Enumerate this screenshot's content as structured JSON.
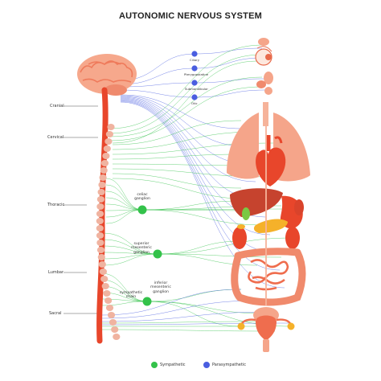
{
  "title": "AUTONOMIC NERVOUS SYSTEM",
  "levels": {
    "cranial": "Cranial",
    "cervical": "Cervical",
    "thoracic": "Thoracic",
    "lumbar": "Lumbar",
    "sacral": "Sacral"
  },
  "ganglia": {
    "celiac_line1": "celiac",
    "celiac_line2": "ganglion",
    "superior_line1": "superior",
    "superior_line2": "mesenteric",
    "superior_line3": "ganglion",
    "inferior_line1": "inferior",
    "inferior_line2": "mesenteric",
    "inferior_line3": "ganglion",
    "chain_line1": "sympathetic",
    "chain_line2": "chain"
  },
  "parasympathetic_ganglia": {
    "ciliary": "Ciliary",
    "pterygopalatine": "Pterygopalatine",
    "submandibular": "Submandibular",
    "otic": "Otic"
  },
  "legend": {
    "sympathetic": "Sympathetic",
    "parasympathetic": "Parasympathetic"
  },
  "colors": {
    "sympathetic": "#33c24a",
    "parasympathetic": "#4a5ee0",
    "organ_light": "#f6a88c",
    "organ_mid": "#ef6d4e",
    "organ_dark": "#d9432b",
    "spine": "#f0b3a0",
    "liver": "#c6432e",
    "pancreas": "#f5b12a"
  },
  "icons": {
    "sympathetic": "green-dot",
    "parasympathetic": "blue-dot"
  }
}
